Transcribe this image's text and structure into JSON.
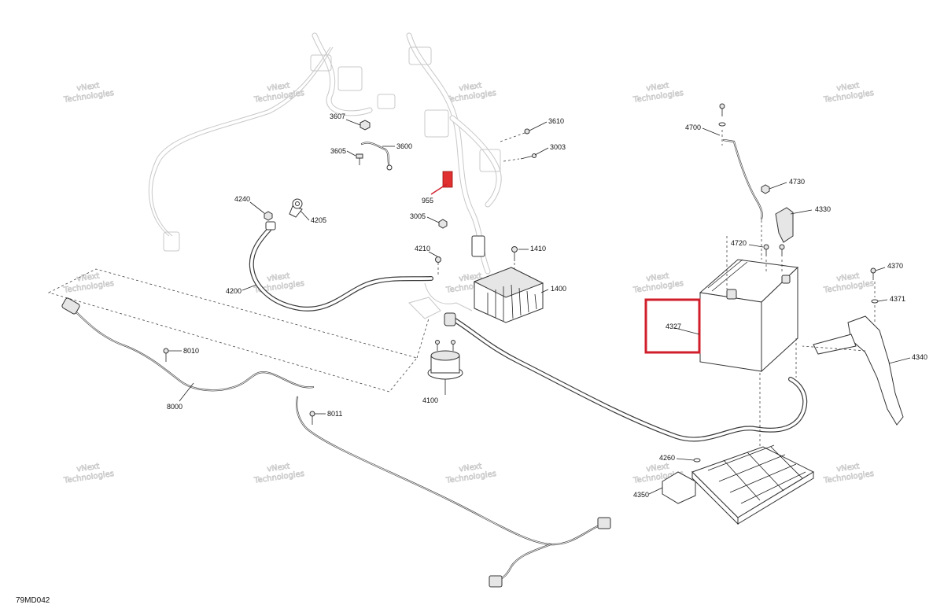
{
  "diagram_code": "79MD042",
  "watermark_text": [
    "vNext",
    "Technologies"
  ],
  "highlight_color": "#d01f2b",
  "parts": {
    "p3607": "3607",
    "p3605": "3605",
    "p3600": "3600",
    "p3610": "3610",
    "p3003": "3003",
    "p955": "955",
    "p3005": "3005",
    "p4240": "4240",
    "p4205": "4205",
    "p4200": "4200",
    "p4210": "4210",
    "p1410": "1410",
    "p1400": "1400",
    "p4100": "4100",
    "p8010": "8010",
    "p8000": "8000",
    "p8011": "8011",
    "p4700": "4700",
    "p4730": "4730",
    "p4330": "4330",
    "p4720": "4720",
    "p4370": "4370",
    "p4371": "4371",
    "p4327": "4327",
    "p4340": "4340",
    "p4260": "4260",
    "p4350": "4350"
  }
}
